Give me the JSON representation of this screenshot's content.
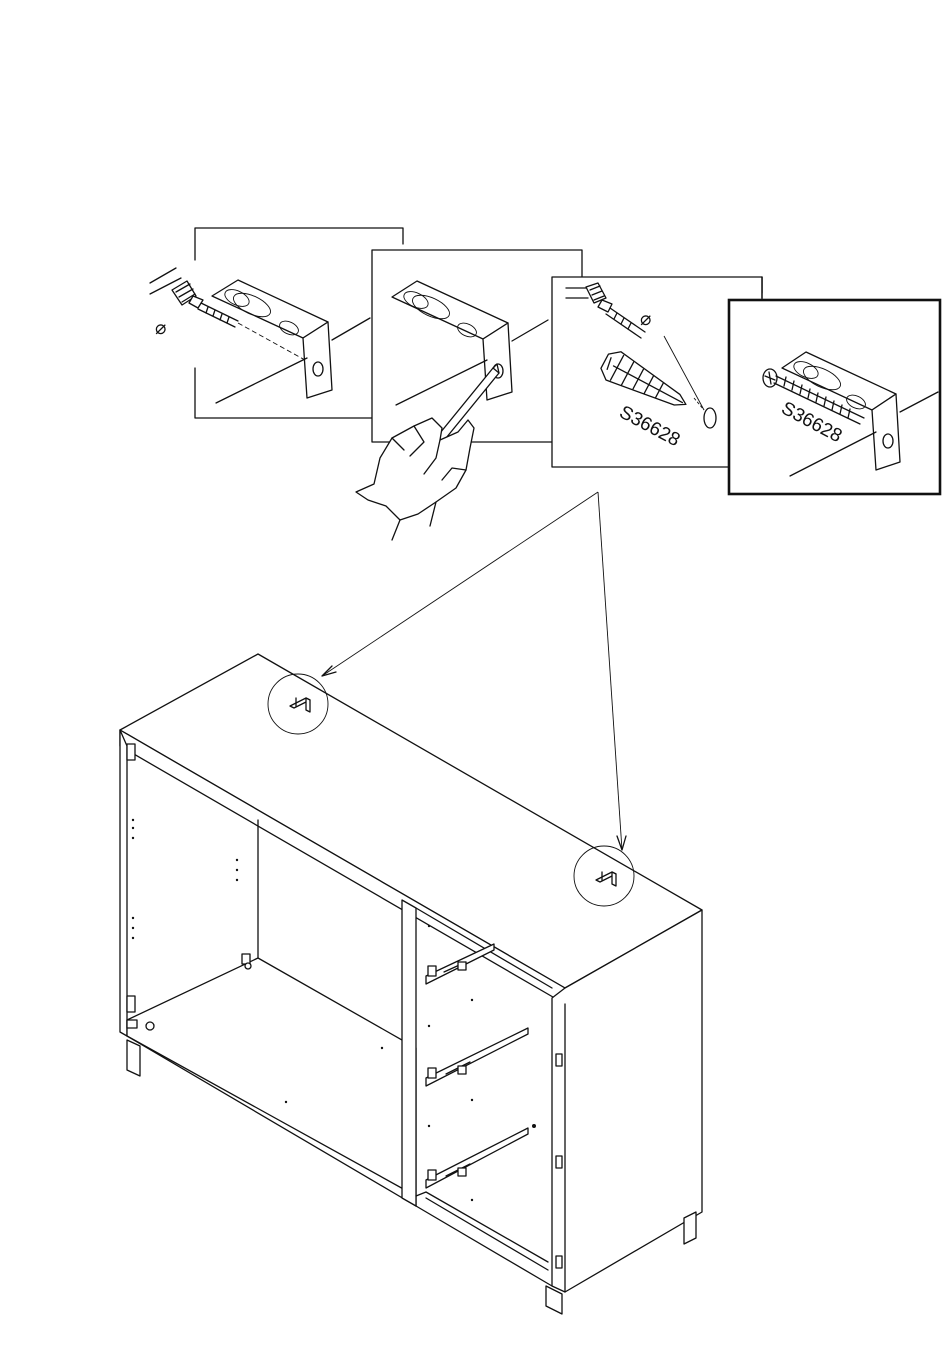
{
  "step": {
    "panels": [
      {
        "id": "drill",
        "icon": "drill-icon",
        "symbol": "⌀"
      },
      {
        "id": "mark",
        "icon": "hand-pencil-icon"
      },
      {
        "id": "dowel",
        "icon": "wall-plug-icon",
        "symbol": "⌀",
        "part_code": "S36628"
      },
      {
        "id": "screw",
        "icon": "screw-icon",
        "part_code": "S36628"
      }
    ],
    "assembly": {
      "object": "sideboard-cabinet",
      "callouts": [
        "left-bracket-callout",
        "right-bracket-callout"
      ]
    }
  }
}
